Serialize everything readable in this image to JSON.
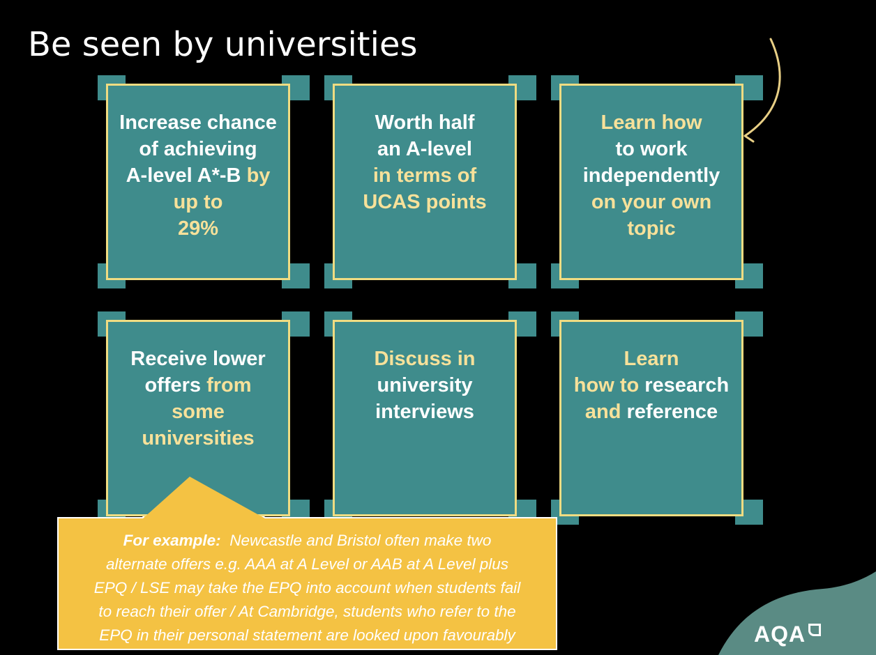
{
  "title": "Be seen by universities",
  "cards": [
    {
      "lines": [
        [
          {
            "t": "Increase chance",
            "c": "w"
          }
        ],
        [
          {
            "t": "of achieving",
            "c": "w"
          }
        ],
        [
          {
            "t": "A-level A*-B ",
            "c": "w"
          },
          {
            "t": "by",
            "c": "y"
          }
        ],
        [
          {
            "t": "up to",
            "c": "y"
          }
        ],
        [
          {
            "t": "29%",
            "c": "y"
          }
        ]
      ]
    },
    {
      "lines": [
        [
          {
            "t": "Worth half",
            "c": "w"
          }
        ],
        [
          {
            "t": "an A-level",
            "c": "w"
          }
        ],
        [
          {
            "t": "in terms of",
            "c": "y"
          }
        ],
        [
          {
            "t": "UCAS points",
            "c": "y"
          }
        ]
      ]
    },
    {
      "lines": [
        [
          {
            "t": "Learn how",
            "c": "y"
          }
        ],
        [
          {
            "t": "to work",
            "c": "w"
          }
        ],
        [
          {
            "t": "independently",
            "c": "w"
          }
        ],
        [
          {
            "t": "on your own",
            "c": "y"
          }
        ],
        [
          {
            "t": "topic",
            "c": "y"
          }
        ]
      ]
    },
    {
      "lines": [
        [
          {
            "t": "Receive lower",
            "c": "w"
          }
        ],
        [
          {
            "t": "offers ",
            "c": "w"
          },
          {
            "t": "from",
            "c": "y"
          }
        ],
        [
          {
            "t": "some",
            "c": "y"
          }
        ],
        [
          {
            "t": "universities",
            "c": "y"
          }
        ]
      ]
    },
    {
      "lines": [
        [
          {
            "t": "Discuss in",
            "c": "y"
          }
        ],
        [
          {
            "t": "university",
            "c": "w"
          }
        ],
        [
          {
            "t": "interviews",
            "c": "w"
          }
        ]
      ]
    },
    {
      "lines": [
        [
          {
            "t": "Learn",
            "c": "y"
          }
        ],
        [
          {
            "t": "how to ",
            "c": "y"
          },
          {
            "t": "research",
            "c": "w"
          }
        ],
        [
          {
            "t": "and ",
            "c": "y"
          },
          {
            "t": "reference",
            "c": "w"
          }
        ]
      ]
    }
  ],
  "callout": {
    "label": "For example:",
    "lines": [
      " Newcastle and Bristol often make two",
      "alternate offers e.g. AAA at A Level or AAB at A Level plus",
      "EPQ / LSE may take the EPQ into account when students fail",
      "to reach their offer / At Cambridge, students who refer to the",
      "EPQ in their personal statement are looked upon favourably"
    ]
  },
  "logo": "AQA",
  "colors": {
    "teal": "#3f8c8c",
    "gold": "#f0dc82",
    "callout": "#f4c243",
    "wave": "#5a8b84"
  }
}
